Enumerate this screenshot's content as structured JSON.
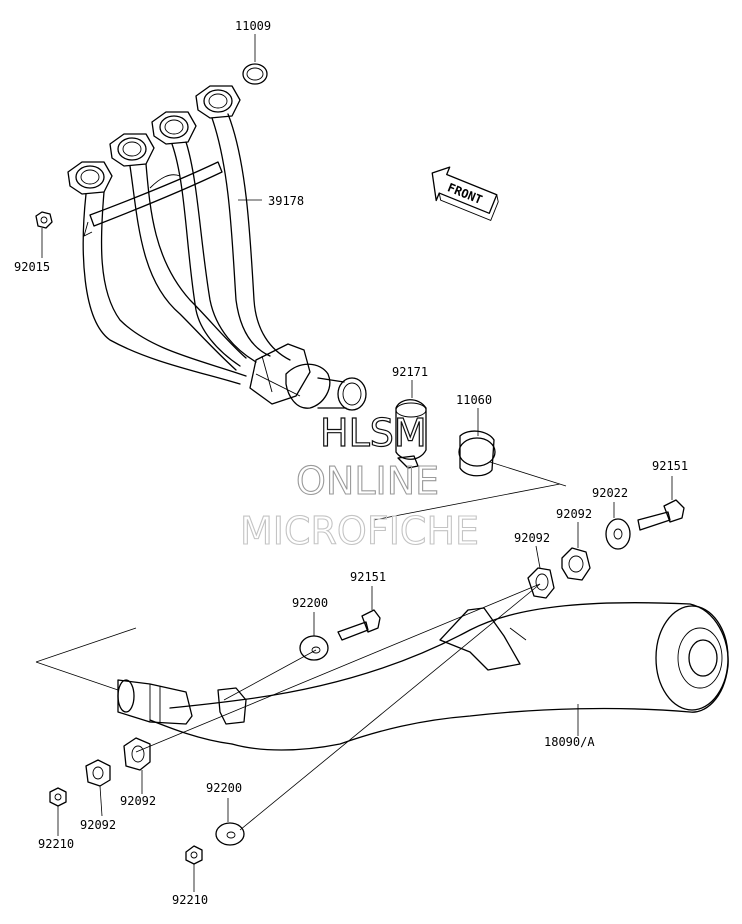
{
  "labels": {
    "p11009": "11009",
    "p39178": "39178",
    "p92015": "92015",
    "p92171": "92171",
    "p11060": "11060",
    "p92151_top": "92151",
    "p92022": "92022",
    "p92092_a": "92092",
    "p92092_b": "92092",
    "p92151_mid": "92151",
    "p92200_top": "92200",
    "p18090": "18090/A",
    "p92092_c": "92092",
    "p92092_d": "92092",
    "p92210_left": "92210",
    "p92200_bottom": "92200",
    "p92210_bottom": "92210"
  },
  "front_arrow": {
    "label": "FRONT",
    "icon": "front-arrow-icon"
  },
  "watermark": {
    "line1": "HLSM",
    "line2": "ONLINE",
    "line3": "MICROFICHE"
  },
  "colors": {
    "line": "#000000",
    "background": "#ffffff",
    "watermark_light": "#c4c4c4",
    "watermark_mid": "#9a9a9a"
  }
}
